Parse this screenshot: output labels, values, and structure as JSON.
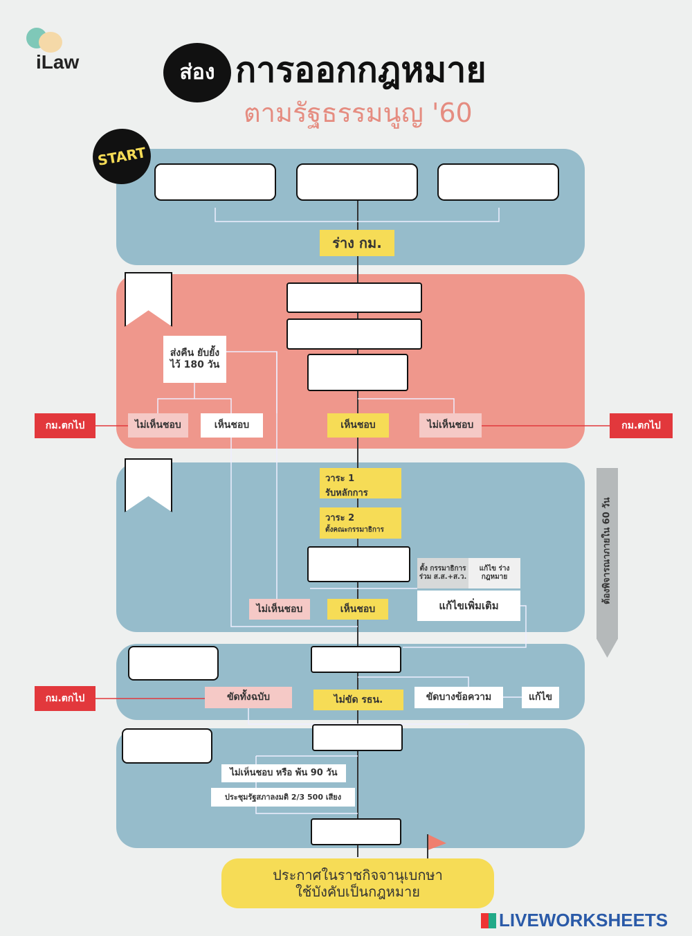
{
  "logo": "iLaw",
  "title": {
    "badge": "ส่อง",
    "main": "การออกกฎหมาย",
    "sub": "ตามรัฐธรรมนูญ '60"
  },
  "start": "START",
  "stage1": {
    "draft": "ร่าง กม."
  },
  "stage2": {
    "return_note": "ส่งคืน ยับยั้งไว้ 180 วัน",
    "reject_left": "ไม่เห็นชอบ",
    "approve_left": "เห็นชอบ",
    "approve_center": "เห็นชอบ",
    "reject_right": "ไม่เห็นชอบ",
    "dropped": "กม.ตกไป"
  },
  "stage3": {
    "reading1": "วาระ 1",
    "reading1_sub": "รับหลักการ",
    "reading2": "วาระ 2",
    "reading2_sub": "ตั้งคณะกรรมาธิการ",
    "joint_committee": "ตั้ง กรรมาธิการ ร่วม ส.ส.+ส.ว.",
    "amend_draft": "แก้ไข ร่างกฎหมาย",
    "amend_more": "แก้ไขเพิ่มเติม",
    "reject": "ไม่เห็นชอบ",
    "approve": "เห็นชอบ",
    "deadline": "ต้องพิจารณาภายใน 60 วัน"
  },
  "stage4": {
    "conflict_all": "ขัดทั้งฉบับ",
    "no_conflict": "ไม่ขัด รธน.",
    "conflict_part": "ขัดบางข้อความ",
    "fix": "แก้ไข",
    "dropped": "กม.ตกไป"
  },
  "stage5": {
    "reject_or_90": "ไม่เห็นชอบ หรือ พ้น 90 วัน",
    "vote": "ประชุมรัฐสภาลงมติ 2/3 500 เสียง"
  },
  "final": {
    "line1": "ประกาศในราชกิจจานุเบกษา",
    "line2": "ใช้บังคับเป็นกฎหมาย"
  },
  "footer": "LIVEWORKSHEETS",
  "colors": {
    "blue": "#96bccb",
    "red": "#ef978c",
    "yellow": "#f6dc56",
    "drop": "#e2383c"
  }
}
